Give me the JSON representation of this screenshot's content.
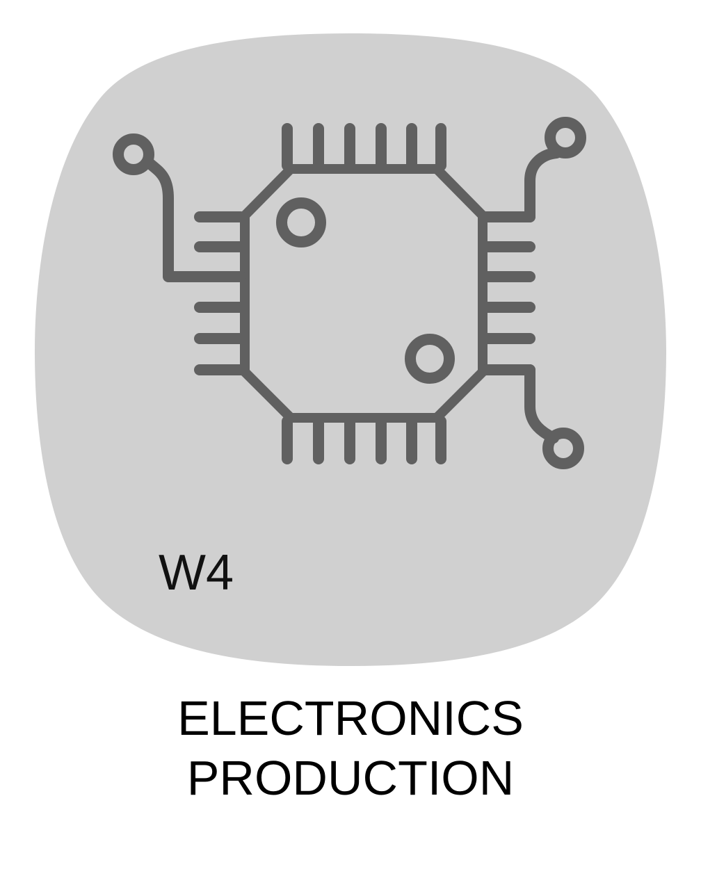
{
  "badge": {
    "week": "W4",
    "icon": "microchip-icon",
    "background_color": "#d0d0d0",
    "icon_color": "#606060"
  },
  "title": {
    "line1": "ELECTRONICS",
    "line2": "PRODUCTION"
  }
}
